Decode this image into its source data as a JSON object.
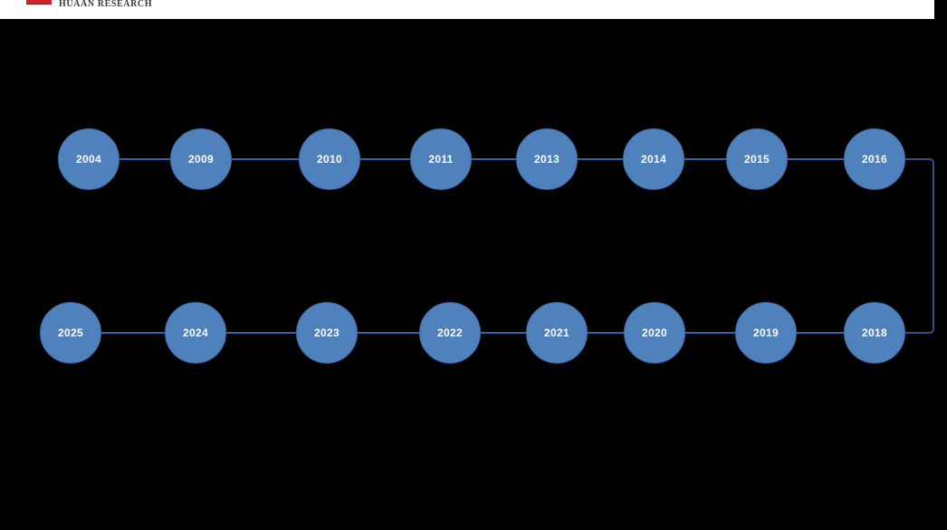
{
  "header": {
    "brand": "HUAAN RESEARCH"
  },
  "timeline": {
    "rows": [
      {
        "years": [
          "2004",
          "2009",
          "2010",
          "2011",
          "2013",
          "2014",
          "2015",
          "2016"
        ]
      },
      {
        "years": [
          "2025",
          "2024",
          "2023",
          "2022",
          "2021",
          "2020",
          "2019",
          "2018"
        ]
      }
    ]
  },
  "colors": {
    "background": "#000000",
    "header_bg": "#ffffff",
    "logo_red": "#c9252b",
    "node_fill": "#4f81bd",
    "node_border": "#3e6aa8",
    "node_text_color": "#ffffff",
    "connector_color": "#3b62a0",
    "elbow_color": "#2f5380"
  }
}
